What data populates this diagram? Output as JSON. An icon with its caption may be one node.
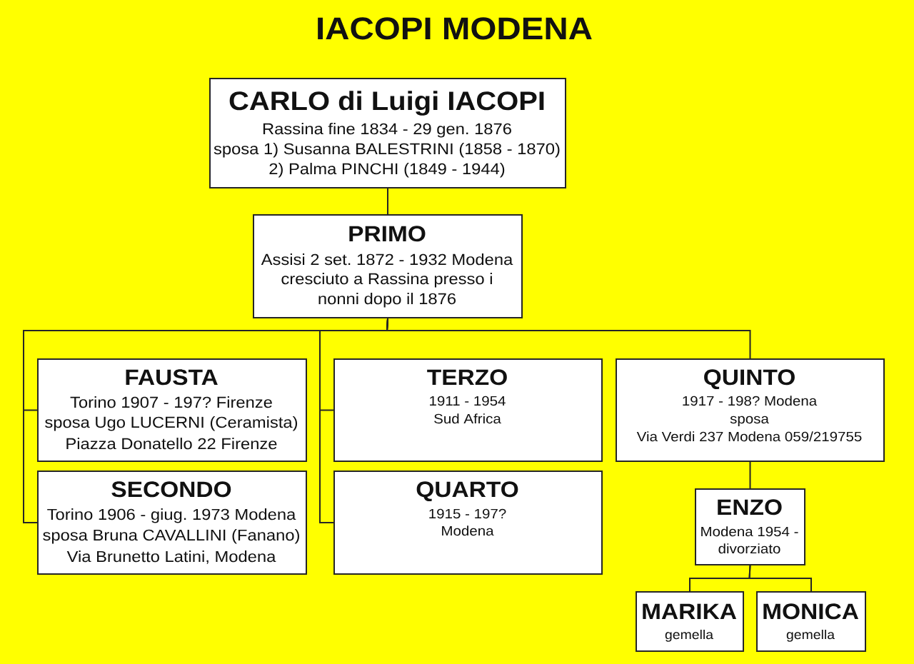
{
  "diagram": {
    "title": "IACOPI MODENA",
    "nodes": [
      {
        "text": [
          "CARLO di Luigi IACOPI",
          "Rassina fine 1834 - 29 gen. 1876",
          "sposa 1) Susanna BALESTRINI (1858 - 1870) 2) Palma PINCHI (1849 - 1944)"
        ]
      },
      {
        "text": [
          "PRIMO",
          "Assisi 2 set. 1872 - 1932 Modena",
          "cresciuto a Rassina presso i nonni dopo il 1876"
        ]
      },
      {
        "text": [
          "FAUSTA",
          "Torino 1907 - 197? Firenze",
          "sposa Ugo LUCERNI (Ceramista)",
          "Piazza Donatello 22 Firenze"
        ]
      },
      {
        "text": [
          "TERZO",
          "1911 - 1954",
          "Sud Africa"
        ]
      },
      {
        "text": [
          "QUINTO",
          "1917 - 198? Modena",
          "sposa",
          "Via Verdi 237 Modena 059/219755"
        ]
      },
      {
        "text": [
          "SECONDO",
          "Torino 1906 - giug. 1973 Modena",
          "sposa Bruna CAVALLINI (Fanano)",
          "Via Brunetto Latini, Modena"
        ]
      },
      {
        "text": [
          "QUARTO",
          "1915 - 197?",
          "Modena"
        ]
      },
      {
        "text": [
          "ENZO",
          "Modena 1954 -",
          "divorziato"
        ]
      },
      {
        "text": [
          "MARIKA",
          "gemella"
        ]
      },
      {
        "text": [
          "MONICA",
          "gemella"
        ]
      }
    ],
    "edges": [
      {
        "from": 0,
        "to": 1,
        "arrow": "none"
      },
      {
        "from": 1,
        "to": 2,
        "arrow": "none"
      },
      {
        "from": 1,
        "to": 5,
        "arrow": "none"
      },
      {
        "from": 1,
        "to": 3,
        "arrow": "none"
      },
      {
        "from": 1,
        "to": 6,
        "arrow": "none"
      },
      {
        "from": 1,
        "to": 4,
        "arrow": "none"
      },
      {
        "from": 4,
        "to": 7,
        "arrow": "none"
      },
      {
        "from": 7,
        "to": 8,
        "arrow": "none"
      },
      {
        "from": 7,
        "to": 9,
        "arrow": "none"
      }
    ]
  }
}
